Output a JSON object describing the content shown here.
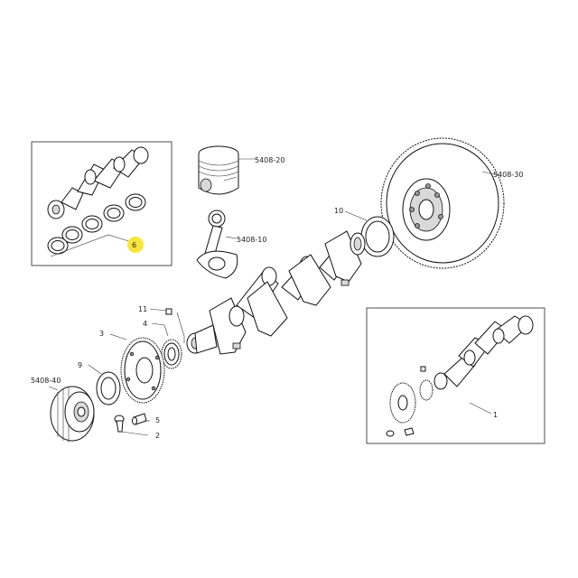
{
  "callouts": {
    "c_6": "6",
    "c_5408_20": "5408-20",
    "c_5408_30": "5408-30",
    "c_10": "10",
    "c_5408_10": "5408-10",
    "c_11": "11",
    "c_4": "4",
    "c_3": "3",
    "c_9": "9",
    "c_5408_40": "5408-40",
    "c_5": "5",
    "c_2": "2",
    "c_1": "1"
  },
  "colors": {
    "highlight": "#f7e53b",
    "line": "#111111",
    "shade": "#d9d9d9"
  }
}
